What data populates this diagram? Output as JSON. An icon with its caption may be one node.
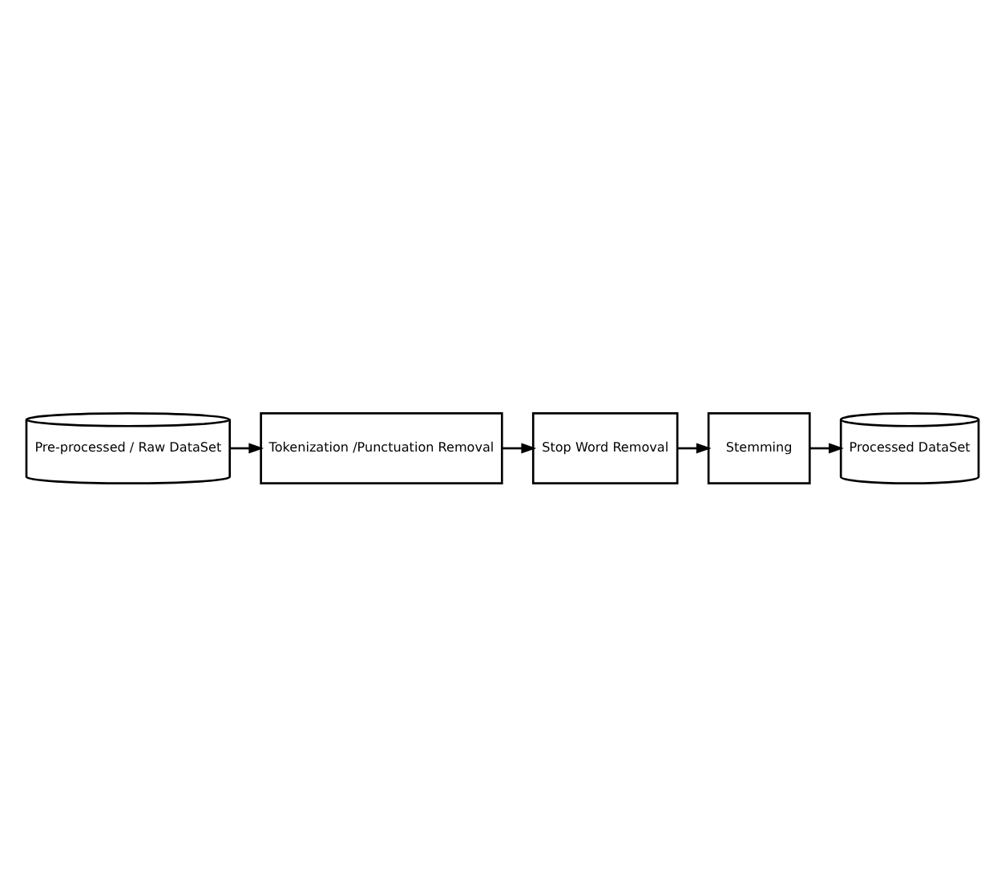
{
  "diagram": {
    "nodes": [
      {
        "text": [
          "Pre-processed / Raw DataSet"
        ]
      },
      {
        "text": [
          "Tokenization /Punctuation Removal"
        ]
      },
      {
        "text": [
          "Stop Word Removal"
        ]
      },
      {
        "text": [
          "Stemming"
        ]
      },
      {
        "text": [
          "Processed DataSet"
        ]
      }
    ],
    "edges": [
      {
        "from": 0,
        "to": 1,
        "arrow": "to"
      },
      {
        "from": 1,
        "to": 2,
        "arrow": "to"
      },
      {
        "from": 2,
        "to": 3,
        "arrow": "to"
      },
      {
        "from": 3,
        "to": 4,
        "arrow": "to"
      }
    ]
  }
}
